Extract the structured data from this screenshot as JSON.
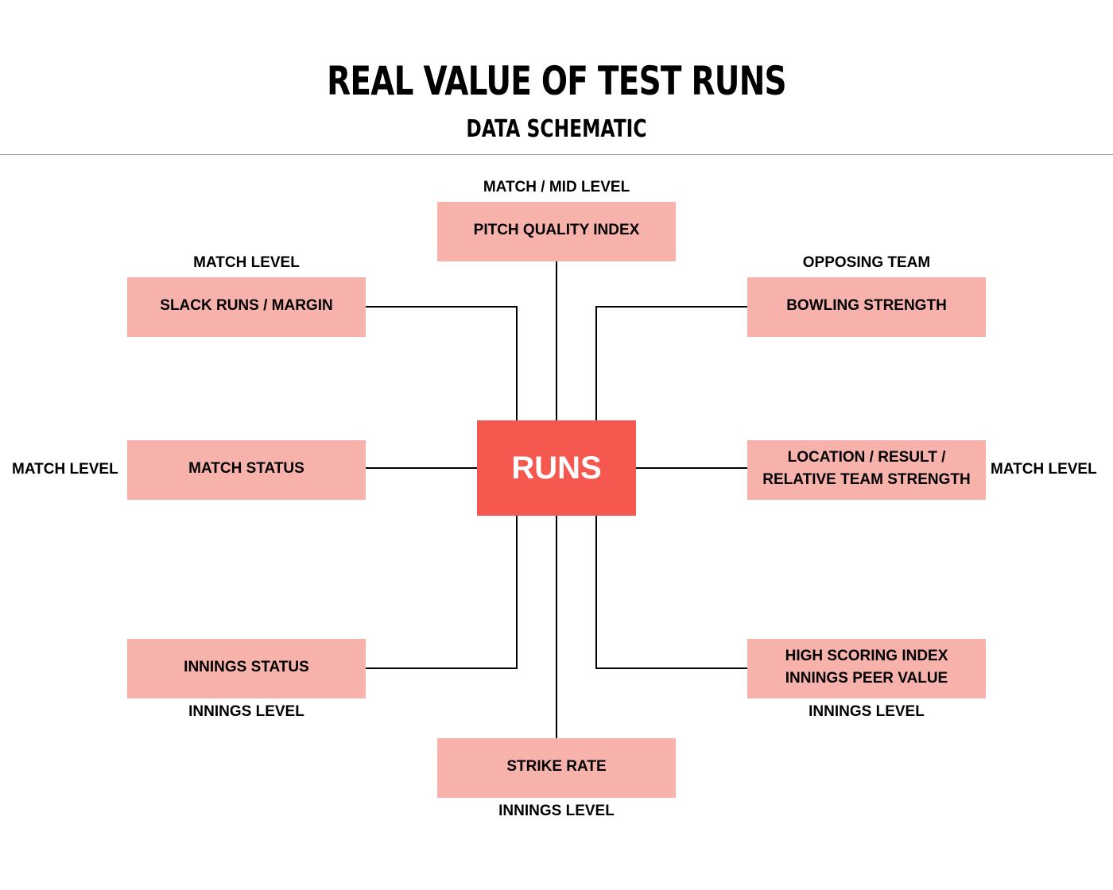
{
  "header": {
    "title": "REAL VALUE OF TEST RUNS",
    "subtitle": "DATA SCHEMATIC"
  },
  "colors": {
    "center_box": "#F5584F",
    "factor_box": "#F8B2AC",
    "connector": "#000000",
    "divider": "#A0A0A0"
  },
  "center": {
    "label": "RUNS"
  },
  "nodes": {
    "pitch": {
      "lines": [
        "PITCH QUALITY INDEX"
      ],
      "level": "MATCH / MID LEVEL"
    },
    "slack": {
      "lines": [
        "SLACK RUNS / MARGIN"
      ],
      "level": "MATCH LEVEL"
    },
    "bowling": {
      "lines": [
        "BOWLING STRENGTH"
      ],
      "level": "OPPOSING TEAM"
    },
    "match_status": {
      "lines": [
        "MATCH STATUS"
      ],
      "level": "MATCH LEVEL"
    },
    "location": {
      "lines": [
        "LOCATION / RESULT /",
        "RELATIVE TEAM STRENGTH"
      ],
      "level": "MATCH LEVEL"
    },
    "innings_status": {
      "lines": [
        "INNINGS STATUS"
      ],
      "level": "INNINGS LEVEL"
    },
    "high_scoring": {
      "lines": [
        "HIGH SCORING INDEX",
        "INNINGS PEER VALUE"
      ],
      "level": "INNINGS LEVEL"
    },
    "strike_rate": {
      "lines": [
        "STRIKE RATE"
      ],
      "level": "INNINGS LEVEL"
    }
  }
}
